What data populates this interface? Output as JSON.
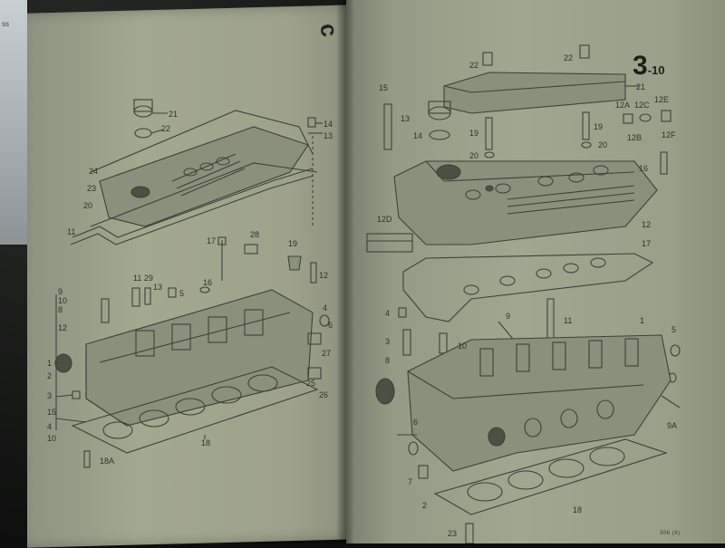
{
  "page": {
    "number": "3",
    "subnumber": "-10",
    "footer": "306 (8)  "
  },
  "left_tab": {
    "text": "ss"
  },
  "handwritten_mark": "c",
  "callouts_left": [
    {
      "id": "l21",
      "text": "21"
    },
    {
      "id": "l22",
      "text": "22"
    },
    {
      "id": "l14",
      "text": "14"
    },
    {
      "id": "l13",
      "text": "13"
    },
    {
      "id": "l24",
      "text": "24"
    },
    {
      "id": "l23",
      "text": "23"
    },
    {
      "id": "l20",
      "text": "20"
    },
    {
      "id": "l11",
      "text": "11"
    },
    {
      "id": "l17",
      "text": "17"
    },
    {
      "id": "l28",
      "text": "28"
    },
    {
      "id": "l19",
      "text": "19"
    },
    {
      "id": "l12",
      "text": "12"
    },
    {
      "id": "l1129",
      "text": "11 29"
    },
    {
      "id": "l16",
      "text": "16"
    },
    {
      "id": "l5",
      "text": "5"
    },
    {
      "id": "l13b",
      "text": "13"
    },
    {
      "id": "l9",
      "text": "9"
    },
    {
      "id": "l10",
      "text": "10"
    },
    {
      "id": "l8",
      "text": "8"
    },
    {
      "id": "l12b",
      "text": "12"
    },
    {
      "id": "l4",
      "text": "4"
    },
    {
      "id": "l6",
      "text": "6"
    },
    {
      "id": "l27",
      "text": "27"
    },
    {
      "id": "l25",
      "text": "25"
    },
    {
      "id": "l26",
      "text": "26"
    },
    {
      "id": "l1",
      "text": "1"
    },
    {
      "id": "l2",
      "text": "2"
    },
    {
      "id": "l3",
      "text": "3"
    },
    {
      "id": "l15",
      "text": "15"
    },
    {
      "id": "l4b",
      "text": "4"
    },
    {
      "id": "l10b",
      "text": "10"
    },
    {
      "id": "l18",
      "text": "18"
    },
    {
      "id": "l18a",
      "text": "18A"
    }
  ],
  "callouts_right": [
    {
      "id": "r22a",
      "text": "22"
    },
    {
      "id": "r22b",
      "text": "22"
    },
    {
      "id": "r15",
      "text": "15"
    },
    {
      "id": "r21",
      "text": "21"
    },
    {
      "id": "r13",
      "text": "13"
    },
    {
      "id": "r14",
      "text": "14"
    },
    {
      "id": "r19",
      "text": "19"
    },
    {
      "id": "r19b",
      "text": "19"
    },
    {
      "id": "r12a",
      "text": "12A"
    },
    {
      "id": "r12c",
      "text": "12C"
    },
    {
      "id": "r12e",
      "text": "12E"
    },
    {
      "id": "r12b",
      "text": "12B"
    },
    {
      "id": "r12f",
      "text": "12F"
    },
    {
      "id": "r20",
      "text": "20"
    },
    {
      "id": "r20b",
      "text": "20"
    },
    {
      "id": "r16",
      "text": "16"
    },
    {
      "id": "r12d",
      "text": "12D"
    },
    {
      "id": "r12",
      "text": "12"
    },
    {
      "id": "r17",
      "text": "17"
    },
    {
      "id": "r4",
      "text": "4"
    },
    {
      "id": "r9",
      "text": "9"
    },
    {
      "id": "r11",
      "text": "11"
    },
    {
      "id": "r1",
      "text": "1"
    },
    {
      "id": "r5",
      "text": "5"
    },
    {
      "id": "r3",
      "text": "3"
    },
    {
      "id": "r10",
      "text": "10"
    },
    {
      "id": "r8",
      "text": "8"
    },
    {
      "id": "r9a",
      "text": "9A"
    },
    {
      "id": "r6",
      "text": "6"
    },
    {
      "id": "r7",
      "text": "7"
    },
    {
      "id": "r2",
      "text": "2"
    },
    {
      "id": "r18",
      "text": "18"
    },
    {
      "id": "r23",
      "text": "23"
    }
  ]
}
